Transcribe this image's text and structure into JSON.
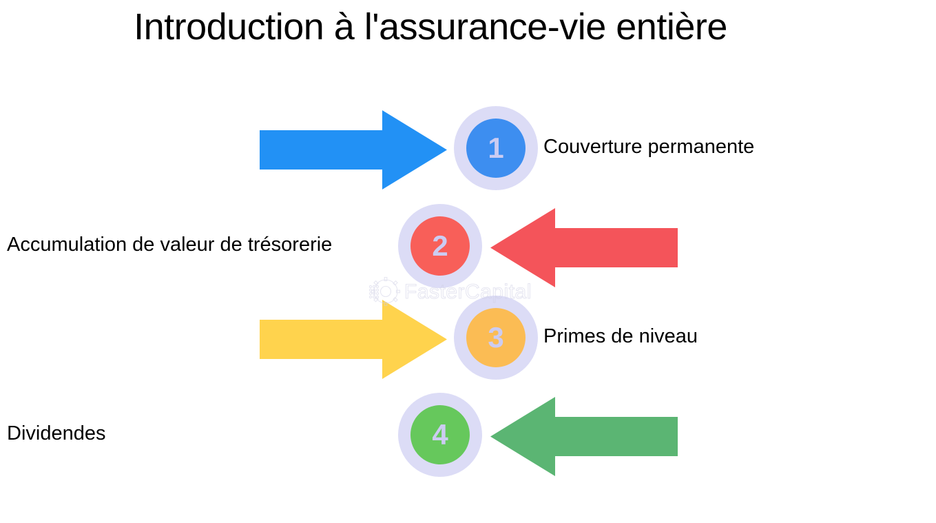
{
  "page": {
    "title": "Introduction à l'assurance-vie entière",
    "background_color": "#ffffff",
    "text_color": "#000000"
  },
  "watermark": {
    "text": "FasterCapital",
    "logo_icon": "gear-icon",
    "color": "#cfcfe4"
  },
  "diagram": {
    "type": "numbered-arrow-list",
    "badge_ring_color": "#dcdcf6",
    "badge_number_color": "#ccccf2",
    "items": [
      {
        "number": "1",
        "label": "Couverture permanente",
        "arrow_direction": "right",
        "arrow_color": "#2291f5",
        "circle_color": "#3d8ef0",
        "label_side": "right"
      },
      {
        "number": "2",
        "label": "Accumulation de valeur de trésorerie",
        "arrow_direction": "left",
        "arrow_color": "#f4545a",
        "circle_color": "#f85f59",
        "label_side": "left"
      },
      {
        "number": "3",
        "label": "Primes de niveau",
        "arrow_direction": "right",
        "arrow_color": "#ffd34d",
        "circle_color": "#fbbc54",
        "label_side": "right"
      },
      {
        "number": "4",
        "label": "Dividendes",
        "arrow_direction": "left",
        "arrow_color": "#5bb573",
        "circle_color": "#66c85c",
        "label_side": "left"
      }
    ]
  }
}
